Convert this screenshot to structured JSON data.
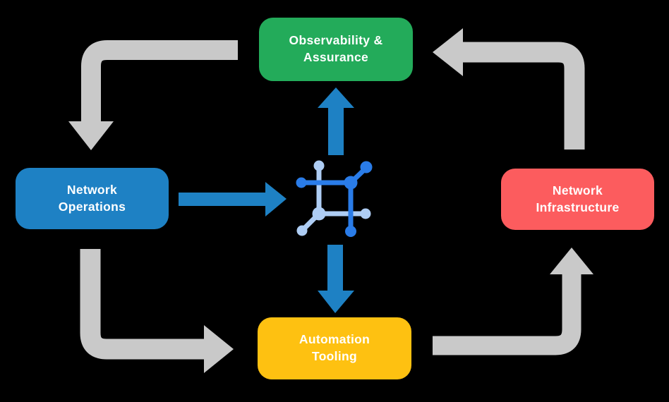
{
  "colors": {
    "background": "#000000",
    "text": "#ffffff",
    "gray_arrow": "#c9c9c9",
    "blue_arrow": "#1e81c4",
    "icon_dark_blue": "#2a7ce8",
    "icon_light_blue": "#aecdf4",
    "green_box": "#23ab5a",
    "blue_box": "#1e81c4",
    "red_box": "#fc5c5e",
    "yellow_box": "#fec111"
  },
  "boxes": {
    "observability": {
      "lines": [
        "Observability &",
        "Assurance"
      ],
      "color": "#23ab5a"
    },
    "operations": {
      "lines": [
        "Network",
        "Operations"
      ],
      "color": "#1e81c4"
    },
    "infrastructure": {
      "lines": [
        "Network",
        "Infrastructure"
      ],
      "color": "#fc5c5e"
    },
    "automation": {
      "lines": [
        "Automation",
        "Tooling"
      ],
      "color": "#fec111"
    }
  },
  "icons": {
    "center": "network-hub-icon"
  }
}
